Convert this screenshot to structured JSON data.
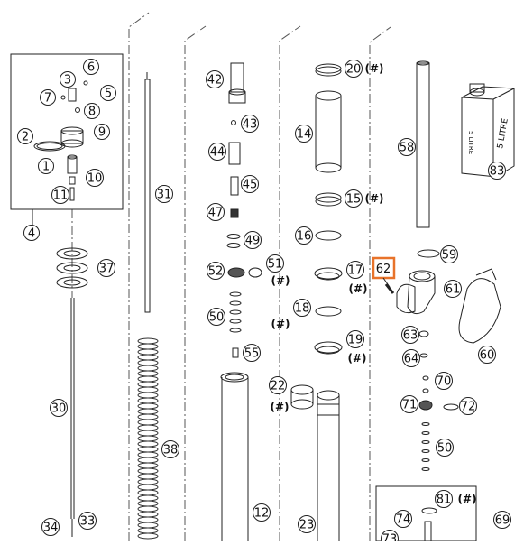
{
  "diagram": {
    "callouts": [
      {
        "id": "c3",
        "text": "3"
      },
      {
        "id": "c6",
        "text": "6"
      },
      {
        "id": "c5",
        "text": "5"
      },
      {
        "id": "c7",
        "text": "7"
      },
      {
        "id": "c8",
        "text": "8"
      },
      {
        "id": "c2",
        "text": "2"
      },
      {
        "id": "c9",
        "text": "9"
      },
      {
        "id": "c1",
        "text": "1"
      },
      {
        "id": "c10",
        "text": "10"
      },
      {
        "id": "c11",
        "text": "11"
      },
      {
        "id": "c4",
        "text": "4"
      },
      {
        "id": "c37",
        "text": "37"
      },
      {
        "id": "c30",
        "text": "30"
      },
      {
        "id": "c34",
        "text": "34"
      },
      {
        "id": "c33",
        "text": "33"
      },
      {
        "id": "c31",
        "text": "31"
      },
      {
        "id": "c38",
        "text": "38"
      },
      {
        "id": "c42",
        "text": "42"
      },
      {
        "id": "c43",
        "text": "43"
      },
      {
        "id": "c44",
        "text": "44"
      },
      {
        "id": "c45",
        "text": "45"
      },
      {
        "id": "c47",
        "text": "47"
      },
      {
        "id": "c49",
        "text": "49"
      },
      {
        "id": "c52",
        "text": "52"
      },
      {
        "id": "c51",
        "text": "51"
      },
      {
        "id": "c50a",
        "text": "50"
      },
      {
        "id": "c55",
        "text": "55"
      },
      {
        "id": "c12",
        "text": "12"
      },
      {
        "id": "c20",
        "text": "20"
      },
      {
        "id": "c14",
        "text": "14"
      },
      {
        "id": "c15",
        "text": "15"
      },
      {
        "id": "c16",
        "text": "16"
      },
      {
        "id": "c17",
        "text": "17"
      },
      {
        "id": "c18",
        "text": "18"
      },
      {
        "id": "c19",
        "text": "19"
      },
      {
        "id": "c22",
        "text": "22"
      },
      {
        "id": "c23",
        "text": "23"
      },
      {
        "id": "c58",
        "text": "58"
      },
      {
        "id": "c83",
        "text": "83"
      },
      {
        "id": "c59",
        "text": "59"
      },
      {
        "id": "c61",
        "text": "61"
      },
      {
        "id": "c60",
        "text": "60"
      },
      {
        "id": "c63",
        "text": "63"
      },
      {
        "id": "c64",
        "text": "64"
      },
      {
        "id": "c70",
        "text": "70"
      },
      {
        "id": "c71",
        "text": "71"
      },
      {
        "id": "c72",
        "text": "72"
      },
      {
        "id": "c50b",
        "text": "50"
      },
      {
        "id": "c81",
        "text": "81"
      },
      {
        "id": "c69",
        "text": "69"
      },
      {
        "id": "c74",
        "text": "74"
      },
      {
        "id": "c73",
        "text": "73"
      }
    ],
    "highlighted_callout": {
      "text": "62",
      "color": "#e8732a"
    },
    "flags": {
      "hash": "(#)"
    },
    "can_label": {
      "line1": "5 LITRE",
      "line2": "5 LITRE"
    }
  }
}
